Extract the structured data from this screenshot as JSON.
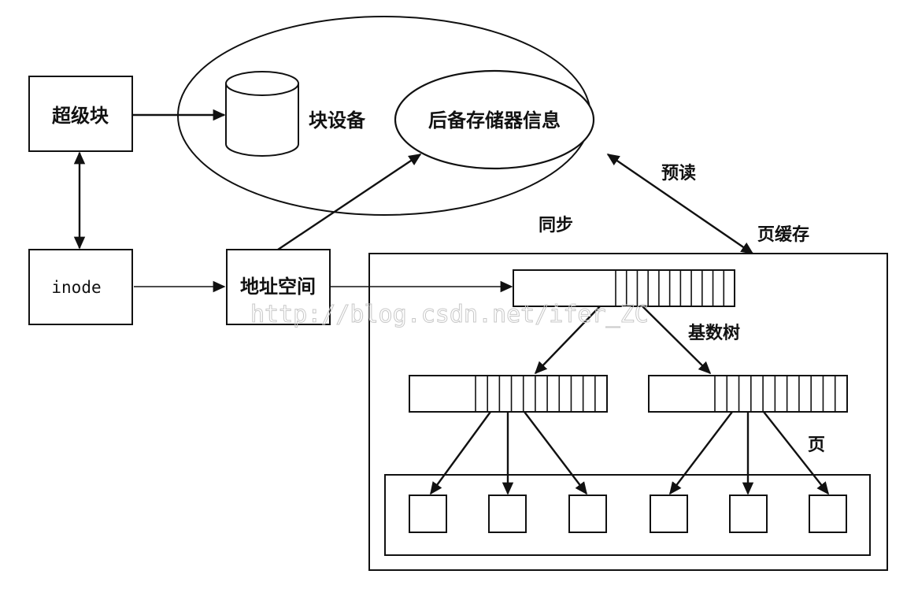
{
  "nodes": {
    "superblock": "超级块",
    "inode": "inode",
    "address_space": "地址空间",
    "block_device": "块设备",
    "backing_store_info": "后备存储器信息",
    "radix_tree": "基数树",
    "page": "页",
    "page_cache": "页缓存"
  },
  "edges": {
    "readahead": "预读",
    "sync": "同步"
  },
  "watermark": "http://blog.csdn.net/ifer_ZC"
}
